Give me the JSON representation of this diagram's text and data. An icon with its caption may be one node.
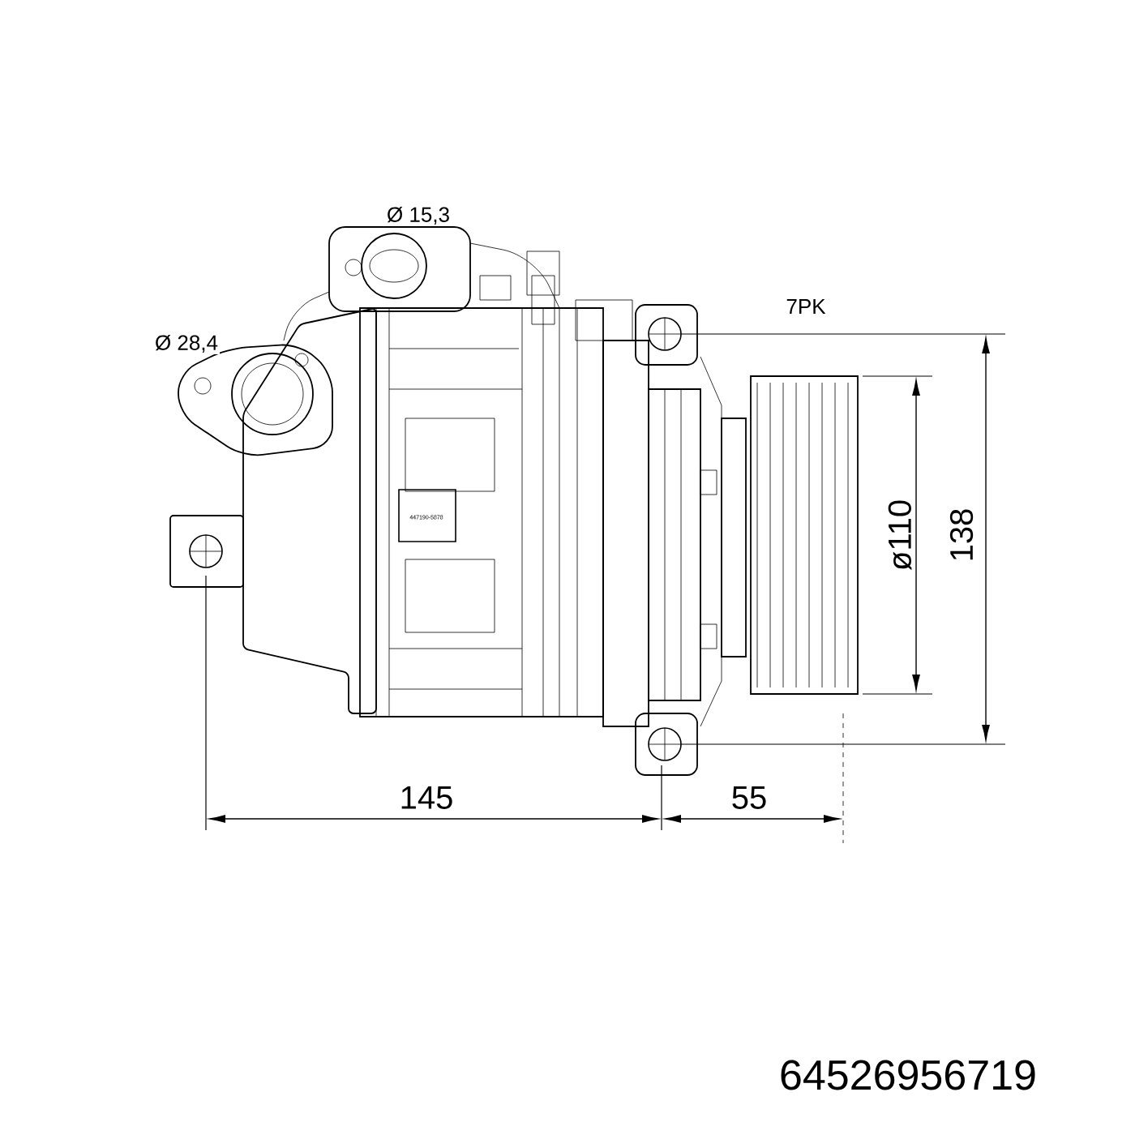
{
  "diagram": {
    "labels": [
      "Ø 15,3",
      "Ø 28,4",
      "7PK",
      "447190-5878",
      "ø110",
      "138",
      "145",
      "55",
      "64526956719"
    ]
  }
}
